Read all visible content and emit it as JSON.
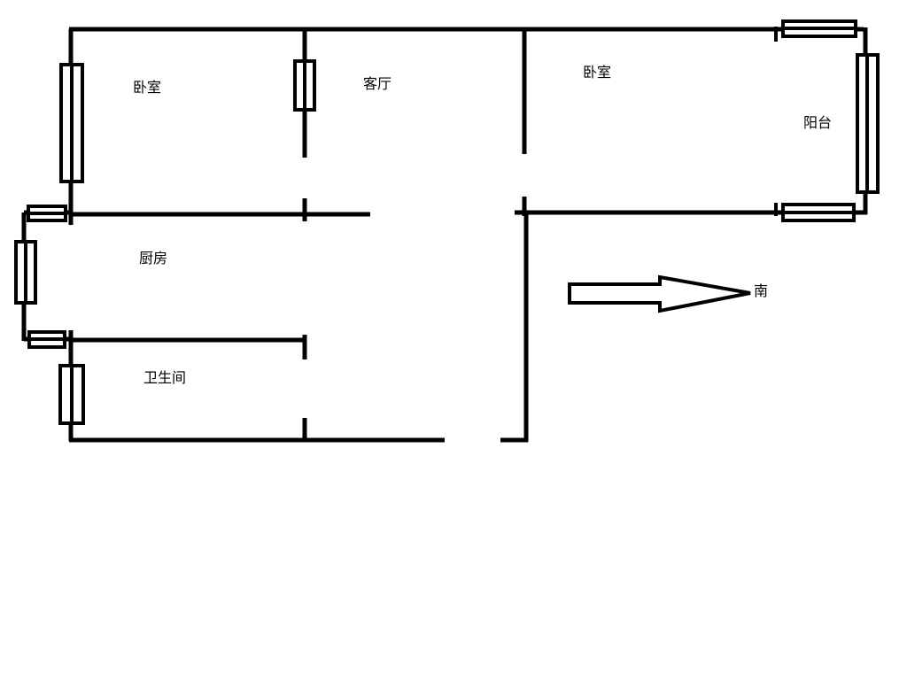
{
  "rooms": {
    "bedroom_west": "卧室",
    "living_room": "客厅",
    "bedroom_east": "卧室",
    "balcony": "阳台",
    "kitchen": "厨房",
    "bathroom": "卫生间"
  },
  "compass": {
    "direction": "南"
  },
  "colors": {
    "line": "#000000",
    "background": "#ffffff"
  }
}
